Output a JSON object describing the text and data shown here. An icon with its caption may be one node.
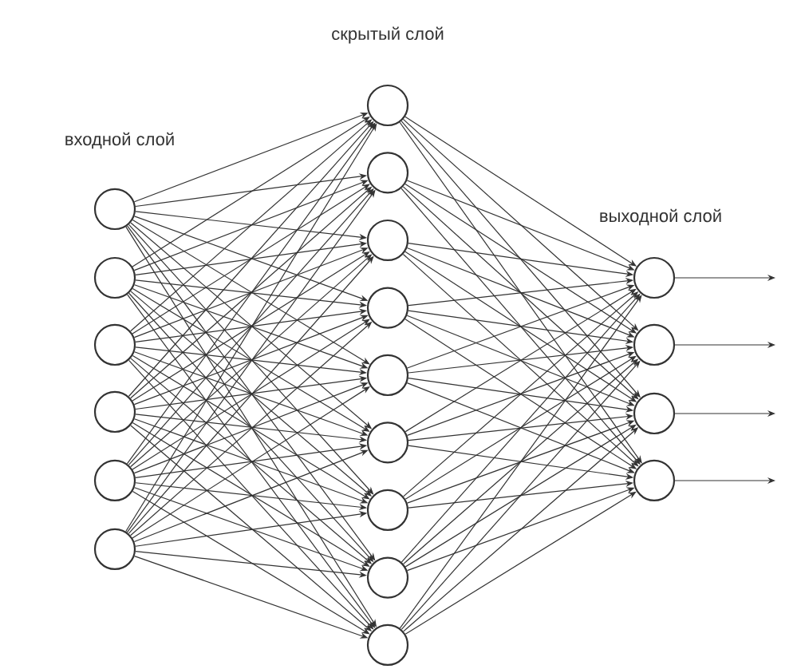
{
  "diagram": {
    "nodes": [
      {
        "text": [],
        "shape": "circle"
      },
      {
        "text": [],
        "shape": "circle"
      },
      {
        "text": [],
        "shape": "circle"
      },
      {
        "text": [],
        "shape": "circle"
      },
      {
        "text": [],
        "shape": "circle"
      },
      {
        "text": [],
        "shape": "circle"
      },
      {
        "text": [],
        "shape": "circle"
      },
      {
        "text": [],
        "shape": "circle"
      },
      {
        "text": [],
        "shape": "circle"
      },
      {
        "text": [],
        "shape": "circle"
      },
      {
        "text": [],
        "shape": "circle"
      },
      {
        "text": [],
        "shape": "circle"
      },
      {
        "text": [],
        "shape": "circle"
      },
      {
        "text": [],
        "shape": "circle"
      },
      {
        "text": [],
        "shape": "circle"
      },
      {
        "text": [],
        "shape": "circle"
      },
      {
        "text": [],
        "shape": "circle"
      },
      {
        "text": [],
        "shape": "circle"
      },
      {
        "text": [],
        "shape": "circle"
      }
    ],
    "edges": [
      {
        "from": 0,
        "to": 6,
        "arrow": "to"
      },
      {
        "from": 0,
        "to": 7,
        "arrow": "to"
      },
      {
        "from": 0,
        "to": 8,
        "arrow": "to"
      },
      {
        "from": 0,
        "to": 9,
        "arrow": "to"
      },
      {
        "from": 0,
        "to": 10,
        "arrow": "to"
      },
      {
        "from": 0,
        "to": 11,
        "arrow": "to"
      },
      {
        "from": 0,
        "to": 12,
        "arrow": "to"
      },
      {
        "from": 0,
        "to": 13,
        "arrow": "to"
      },
      {
        "from": 0,
        "to": 14,
        "arrow": "to"
      },
      {
        "from": 1,
        "to": 6,
        "arrow": "to"
      },
      {
        "from": 1,
        "to": 7,
        "arrow": "to"
      },
      {
        "from": 1,
        "to": 8,
        "arrow": "to"
      },
      {
        "from": 1,
        "to": 9,
        "arrow": "to"
      },
      {
        "from": 1,
        "to": 10,
        "arrow": "to"
      },
      {
        "from": 1,
        "to": 11,
        "arrow": "to"
      },
      {
        "from": 1,
        "to": 12,
        "arrow": "to"
      },
      {
        "from": 1,
        "to": 13,
        "arrow": "to"
      },
      {
        "from": 1,
        "to": 14,
        "arrow": "to"
      },
      {
        "from": 2,
        "to": 6,
        "arrow": "to"
      },
      {
        "from": 2,
        "to": 7,
        "arrow": "to"
      },
      {
        "from": 2,
        "to": 8,
        "arrow": "to"
      },
      {
        "from": 2,
        "to": 9,
        "arrow": "to"
      },
      {
        "from": 2,
        "to": 10,
        "arrow": "to"
      },
      {
        "from": 2,
        "to": 11,
        "arrow": "to"
      },
      {
        "from": 2,
        "to": 12,
        "arrow": "to"
      },
      {
        "from": 2,
        "to": 13,
        "arrow": "to"
      },
      {
        "from": 2,
        "to": 14,
        "arrow": "to"
      },
      {
        "from": 3,
        "to": 6,
        "arrow": "to"
      },
      {
        "from": 3,
        "to": 7,
        "arrow": "to"
      },
      {
        "from": 3,
        "to": 8,
        "arrow": "to"
      },
      {
        "from": 3,
        "to": 9,
        "arrow": "to"
      },
      {
        "from": 3,
        "to": 10,
        "arrow": "to"
      },
      {
        "from": 3,
        "to": 11,
        "arrow": "to"
      },
      {
        "from": 3,
        "to": 12,
        "arrow": "to"
      },
      {
        "from": 3,
        "to": 13,
        "arrow": "to"
      },
      {
        "from": 3,
        "to": 14,
        "arrow": "to"
      },
      {
        "from": 4,
        "to": 6,
        "arrow": "to"
      },
      {
        "from": 4,
        "to": 7,
        "arrow": "to"
      },
      {
        "from": 4,
        "to": 8,
        "arrow": "to"
      },
      {
        "from": 4,
        "to": 9,
        "arrow": "to"
      },
      {
        "from": 4,
        "to": 10,
        "arrow": "to"
      },
      {
        "from": 4,
        "to": 11,
        "arrow": "to"
      },
      {
        "from": 4,
        "to": 12,
        "arrow": "to"
      },
      {
        "from": 4,
        "to": 13,
        "arrow": "to"
      },
      {
        "from": 4,
        "to": 14,
        "arrow": "to"
      },
      {
        "from": 5,
        "to": 6,
        "arrow": "to"
      },
      {
        "from": 5,
        "to": 7,
        "arrow": "to"
      },
      {
        "from": 5,
        "to": 8,
        "arrow": "to"
      },
      {
        "from": 5,
        "to": 9,
        "arrow": "to"
      },
      {
        "from": 5,
        "to": 10,
        "arrow": "to"
      },
      {
        "from": 5,
        "to": 11,
        "arrow": "to"
      },
      {
        "from": 5,
        "to": 12,
        "arrow": "to"
      },
      {
        "from": 5,
        "to": 13,
        "arrow": "to"
      },
      {
        "from": 5,
        "to": 14,
        "arrow": "to"
      },
      {
        "from": 6,
        "to": 15,
        "arrow": "to"
      },
      {
        "from": 6,
        "to": 16,
        "arrow": "to"
      },
      {
        "from": 6,
        "to": 17,
        "arrow": "to"
      },
      {
        "from": 6,
        "to": 18,
        "arrow": "to"
      },
      {
        "from": 7,
        "to": 15,
        "arrow": "to"
      },
      {
        "from": 7,
        "to": 16,
        "arrow": "to"
      },
      {
        "from": 7,
        "to": 17,
        "arrow": "to"
      },
      {
        "from": 7,
        "to": 18,
        "arrow": "to"
      },
      {
        "from": 8,
        "to": 15,
        "arrow": "to"
      },
      {
        "from": 8,
        "to": 16,
        "arrow": "to"
      },
      {
        "from": 8,
        "to": 17,
        "arrow": "to"
      },
      {
        "from": 8,
        "to": 18,
        "arrow": "to"
      },
      {
        "from": 9,
        "to": 15,
        "arrow": "to"
      },
      {
        "from": 9,
        "to": 16,
        "arrow": "to"
      },
      {
        "from": 9,
        "to": 17,
        "arrow": "to"
      },
      {
        "from": 9,
        "to": 18,
        "arrow": "to"
      },
      {
        "from": 10,
        "to": 15,
        "arrow": "to"
      },
      {
        "from": 10,
        "to": 16,
        "arrow": "to"
      },
      {
        "from": 10,
        "to": 17,
        "arrow": "to"
      },
      {
        "from": 10,
        "to": 18,
        "arrow": "to"
      },
      {
        "from": 11,
        "to": 15,
        "arrow": "to"
      },
      {
        "from": 11,
        "to": 16,
        "arrow": "to"
      },
      {
        "from": 11,
        "to": 17,
        "arrow": "to"
      },
      {
        "from": 11,
        "to": 18,
        "arrow": "to"
      },
      {
        "from": 12,
        "to": 15,
        "arrow": "to"
      },
      {
        "from": 12,
        "to": 16,
        "arrow": "to"
      },
      {
        "from": 12,
        "to": 17,
        "arrow": "to"
      },
      {
        "from": 12,
        "to": 18,
        "arrow": "to"
      },
      {
        "from": 13,
        "to": 15,
        "arrow": "to"
      },
      {
        "from": 13,
        "to": 16,
        "arrow": "to"
      },
      {
        "from": 13,
        "to": 17,
        "arrow": "to"
      },
      {
        "from": 13,
        "to": 18,
        "arrow": "to"
      },
      {
        "from": 14,
        "to": 15,
        "arrow": "to"
      },
      {
        "from": 14,
        "to": 16,
        "arrow": "to"
      },
      {
        "from": 14,
        "to": 17,
        "arrow": "to"
      },
      {
        "from": 14,
        "to": 18,
        "arrow": "to"
      },
      {
        "from": 15,
        "to": null,
        "arrow": "to"
      },
      {
        "from": 16,
        "to": null,
        "arrow": "to"
      },
      {
        "from": 17,
        "to": null,
        "arrow": "to"
      },
      {
        "from": 18,
        "to": null,
        "arrow": "to"
      }
    ],
    "labels": [
      "скрытый слой",
      "входной слой",
      "выходной слой"
    ]
  }
}
